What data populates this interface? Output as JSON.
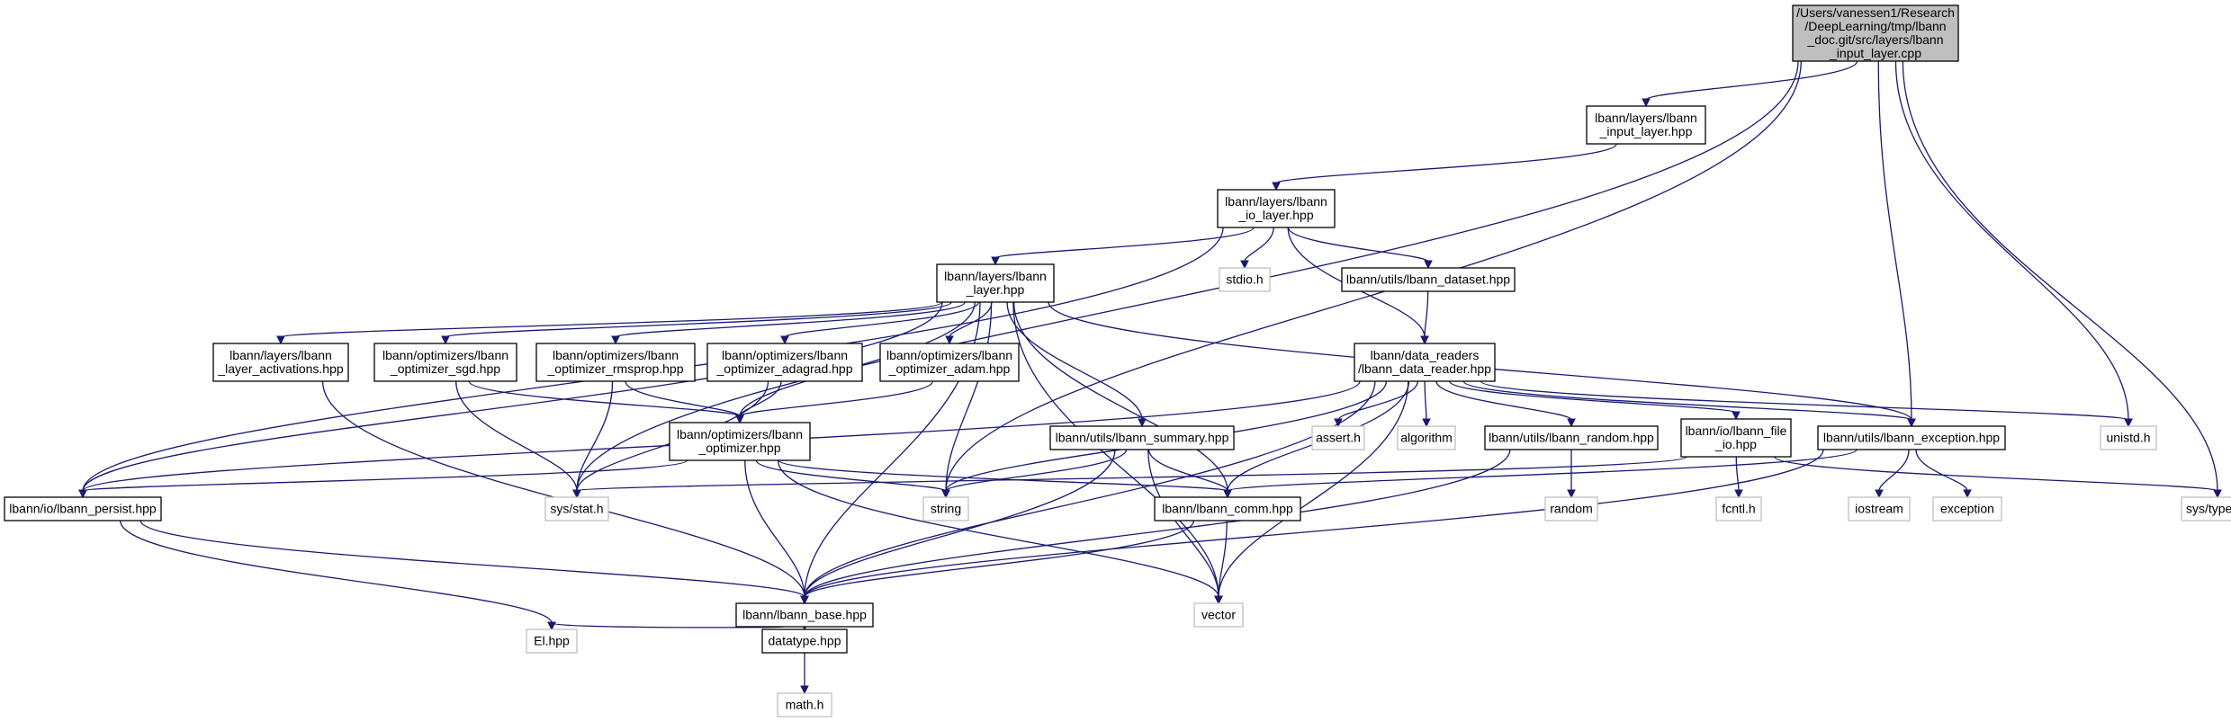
{
  "graph": {
    "colors": {
      "edge": "#191970",
      "root_fill": "#bfbfbf",
      "system_border": "#bfbfbf",
      "node_border": "#000000"
    },
    "nodes": [
      {
        "id": "root",
        "kind": "root",
        "lines": [
          "/Users/vanessen1/Research",
          "/DeepLearning/tmp/lbann",
          "_doc.git/src/layers/lbann",
          "_input_layer.cpp"
        ]
      },
      {
        "id": "input_layer",
        "kind": "file",
        "lines": [
          "lbann/layers/lbann",
          "_input_layer.hpp"
        ]
      },
      {
        "id": "io_layer",
        "kind": "file",
        "lines": [
          "lbann/layers/lbann",
          "_io_layer.hpp"
        ]
      },
      {
        "id": "layer",
        "kind": "file",
        "lines": [
          "lbann/layers/lbann",
          "_layer.hpp"
        ]
      },
      {
        "id": "stdio",
        "kind": "system",
        "lines": [
          "stdio.h"
        ]
      },
      {
        "id": "dataset",
        "kind": "file",
        "lines": [
          "lbann/utils/lbann_dataset.hpp"
        ]
      },
      {
        "id": "data_reader",
        "kind": "file",
        "lines": [
          "lbann/data_readers",
          "/lbann_data_reader.hpp"
        ]
      },
      {
        "id": "layer_activations",
        "kind": "file",
        "lines": [
          "lbann/layers/lbann",
          "_layer_activations.hpp"
        ]
      },
      {
        "id": "opt_sgd",
        "kind": "file",
        "lines": [
          "lbann/optimizers/lbann",
          "_optimizer_sgd.hpp"
        ]
      },
      {
        "id": "opt_rmsprop",
        "kind": "file",
        "lines": [
          "lbann/optimizers/lbann",
          "_optimizer_rmsprop.hpp"
        ]
      },
      {
        "id": "opt_adagrad",
        "kind": "file",
        "lines": [
          "lbann/optimizers/lbann",
          "_optimizer_adagrad.hpp"
        ]
      },
      {
        "id": "opt_adam",
        "kind": "file",
        "lines": [
          "lbann/optimizers/lbann",
          "_optimizer_adam.hpp"
        ]
      },
      {
        "id": "optimizer",
        "kind": "file",
        "lines": [
          "lbann/optimizers/lbann",
          "_optimizer.hpp"
        ]
      },
      {
        "id": "summary",
        "kind": "file",
        "lines": [
          "lbann/utils/lbann_summary.hpp"
        ]
      },
      {
        "id": "assert",
        "kind": "system",
        "lines": [
          "assert.h"
        ]
      },
      {
        "id": "algorithm",
        "kind": "system",
        "lines": [
          "algorithm"
        ]
      },
      {
        "id": "random_hpp",
        "kind": "file",
        "lines": [
          "lbann/utils/lbann_random.hpp"
        ]
      },
      {
        "id": "file_io",
        "kind": "file",
        "lines": [
          "lbann/io/lbann_file",
          "_io.hpp"
        ]
      },
      {
        "id": "exception",
        "kind": "file",
        "lines": [
          "lbann/utils/lbann_exception.hpp"
        ]
      },
      {
        "id": "unistd",
        "kind": "system",
        "lines": [
          "unistd.h"
        ]
      },
      {
        "id": "persist",
        "kind": "file",
        "lines": [
          "lbann/io/lbann_persist.hpp"
        ]
      },
      {
        "id": "sys_stat",
        "kind": "system",
        "lines": [
          "sys/stat.h"
        ]
      },
      {
        "id": "string",
        "kind": "system",
        "lines": [
          "string"
        ]
      },
      {
        "id": "comm",
        "kind": "file",
        "lines": [
          "lbann/lbann_comm.hpp"
        ]
      },
      {
        "id": "random",
        "kind": "system",
        "lines": [
          "random"
        ]
      },
      {
        "id": "fcntl",
        "kind": "system",
        "lines": [
          "fcntl.h"
        ]
      },
      {
        "id": "iostream",
        "kind": "system",
        "lines": [
          "iostream"
        ]
      },
      {
        "id": "exception_std",
        "kind": "system",
        "lines": [
          "exception"
        ]
      },
      {
        "id": "sys_types",
        "kind": "system",
        "lines": [
          "sys/types.h"
        ]
      },
      {
        "id": "base",
        "kind": "file",
        "lines": [
          "lbann/lbann_base.hpp"
        ]
      },
      {
        "id": "vector",
        "kind": "system",
        "lines": [
          "vector"
        ]
      },
      {
        "id": "el",
        "kind": "system",
        "lines": [
          "El.hpp"
        ]
      },
      {
        "id": "datatype",
        "kind": "file",
        "lines": [
          "datatype.hpp"
        ]
      },
      {
        "id": "math",
        "kind": "system",
        "lines": [
          "math.h"
        ]
      }
    ],
    "edges": [
      [
        "root",
        "input_layer"
      ],
      [
        "root",
        "sys_stat"
      ],
      [
        "root",
        "string"
      ],
      [
        "root",
        "exception"
      ],
      [
        "root",
        "unistd"
      ],
      [
        "root",
        "sys_types"
      ],
      [
        "input_layer",
        "io_layer"
      ],
      [
        "io_layer",
        "layer"
      ],
      [
        "io_layer",
        "persist"
      ],
      [
        "io_layer",
        "stdio"
      ],
      [
        "io_layer",
        "dataset"
      ],
      [
        "io_layer",
        "data_reader"
      ],
      [
        "dataset",
        "data_reader"
      ],
      [
        "layer",
        "layer_activations"
      ],
      [
        "layer",
        "opt_sgd"
      ],
      [
        "layer",
        "opt_rmsprop"
      ],
      [
        "layer",
        "opt_adagrad"
      ],
      [
        "layer",
        "opt_adam"
      ],
      [
        "layer",
        "optimizer"
      ],
      [
        "layer",
        "summary"
      ],
      [
        "layer",
        "persist"
      ],
      [
        "layer",
        "base"
      ],
      [
        "layer",
        "string"
      ],
      [
        "layer",
        "comm"
      ],
      [
        "layer",
        "exception"
      ],
      [
        "layer",
        "vector"
      ],
      [
        "data_reader",
        "persist"
      ],
      [
        "data_reader",
        "base"
      ],
      [
        "data_reader",
        "string"
      ],
      [
        "data_reader",
        "comm"
      ],
      [
        "data_reader",
        "assert"
      ],
      [
        "data_reader",
        "algorithm"
      ],
      [
        "data_reader",
        "random_hpp"
      ],
      [
        "data_reader",
        "file_io"
      ],
      [
        "data_reader",
        "exception"
      ],
      [
        "data_reader",
        "unistd"
      ],
      [
        "data_reader",
        "vector"
      ],
      [
        "layer_activations",
        "base"
      ],
      [
        "opt_sgd",
        "optimizer"
      ],
      [
        "opt_sgd",
        "sys_stat"
      ],
      [
        "opt_rmsprop",
        "optimizer"
      ],
      [
        "opt_rmsprop",
        "sys_stat"
      ],
      [
        "opt_adagrad",
        "optimizer"
      ],
      [
        "opt_adagrad",
        "sys_stat"
      ],
      [
        "opt_adam",
        "optimizer"
      ],
      [
        "optimizer",
        "persist"
      ],
      [
        "optimizer",
        "string"
      ],
      [
        "optimizer",
        "comm"
      ],
      [
        "optimizer",
        "base"
      ],
      [
        "optimizer",
        "vector"
      ],
      [
        "summary",
        "string"
      ],
      [
        "summary",
        "comm"
      ],
      [
        "summary",
        "base"
      ],
      [
        "summary",
        "vector"
      ],
      [
        "random_hpp",
        "random"
      ],
      [
        "random_hpp",
        "base"
      ],
      [
        "file_io",
        "sys_stat"
      ],
      [
        "file_io",
        "fcntl"
      ],
      [
        "file_io",
        "sys_types"
      ],
      [
        "exception",
        "comm"
      ],
      [
        "exception",
        "base"
      ],
      [
        "exception",
        "iostream"
      ],
      [
        "exception",
        "exception_std"
      ],
      [
        "persist",
        "base"
      ],
      [
        "persist",
        "el"
      ],
      [
        "comm",
        "base"
      ],
      [
        "comm",
        "vector"
      ],
      [
        "base",
        "el"
      ],
      [
        "base",
        "datatype"
      ],
      [
        "datatype",
        "math"
      ]
    ]
  }
}
